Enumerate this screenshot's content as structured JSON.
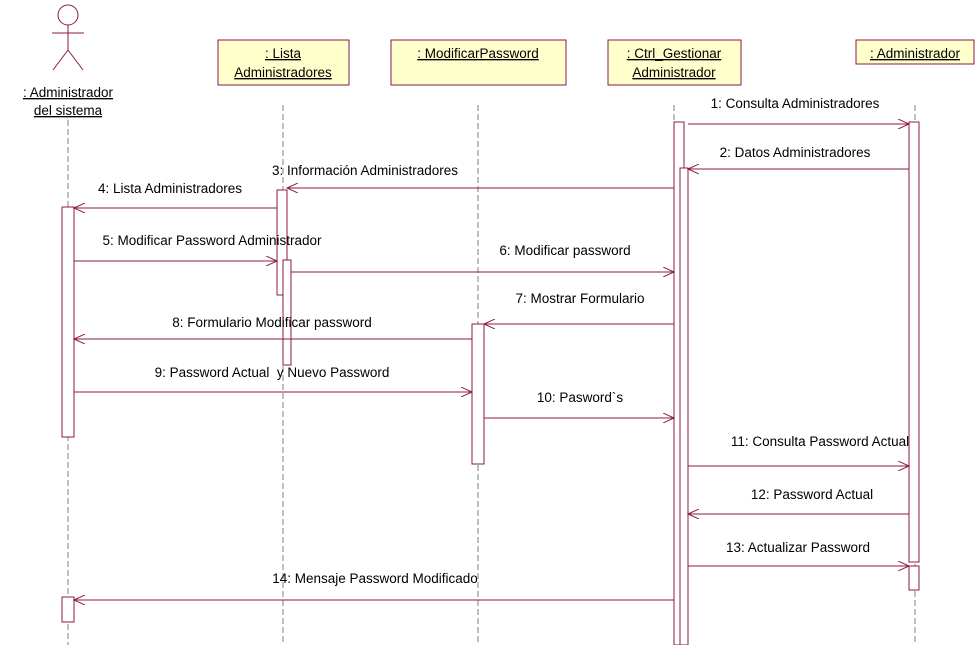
{
  "colors": {
    "line": "#8b1a4a",
    "object_fill": "#ffffcc",
    "object_border": "#8b1a4a",
    "activation_fill": "#ffffff",
    "lifeline": "#808080",
    "text": "#000000"
  },
  "actor": {
    "icon": "stick-figure-icon",
    "label_lines": [
      ": Administrador",
      "del sistema"
    ]
  },
  "objects": [
    {
      "id": "lista",
      "label_lines": [
        ": Lista",
        "Administradores"
      ]
    },
    {
      "id": "modificar",
      "label_lines": [
        ": ModificarPassword"
      ]
    },
    {
      "id": "ctrl",
      "label_lines": [
        ": Ctrl_Gestionar",
        "Administrador"
      ]
    },
    {
      "id": "admin",
      "label_lines": [
        ": Administrador"
      ]
    }
  ],
  "messages": [
    {
      "num": 1,
      "text": "1: Consulta Administradores",
      "from": "ctrl",
      "to": "admin"
    },
    {
      "num": 2,
      "text": "2: Datos Administradores",
      "from": "admin",
      "to": "ctrl"
    },
    {
      "num": 3,
      "text": "3: Información Administradores",
      "from": "ctrl",
      "to": "lista"
    },
    {
      "num": 4,
      "text": "4: Lista Administradores",
      "from": "lista",
      "to": "actor"
    },
    {
      "num": 5,
      "text": "5: Modificar Password Administrador",
      "from": "actor",
      "to": "lista"
    },
    {
      "num": 6,
      "text": "6: Modificar password",
      "from": "lista",
      "to": "ctrl"
    },
    {
      "num": 7,
      "text": "7: Mostrar Formulario",
      "from": "ctrl",
      "to": "modificar"
    },
    {
      "num": 8,
      "text": "8: Formulario Modificar password",
      "from": "modificar",
      "to": "actor"
    },
    {
      "num": 9,
      "text": "9: Password Actual  y Nuevo Password",
      "from": "actor",
      "to": "modificar"
    },
    {
      "num": 10,
      "text": "10: Pasword`s",
      "from": "modificar",
      "to": "ctrl"
    },
    {
      "num": 11,
      "text": "11: Consulta Password Actual",
      "from": "ctrl",
      "to": "admin"
    },
    {
      "num": 12,
      "text": "12: Password Actual",
      "from": "admin",
      "to": "ctrl"
    },
    {
      "num": 13,
      "text": "13: Actualizar Password",
      "from": "ctrl",
      "to": "admin"
    },
    {
      "num": 14,
      "text": "14: Mensaje Password Modificado",
      "from": "ctrl",
      "to": "actor"
    }
  ]
}
